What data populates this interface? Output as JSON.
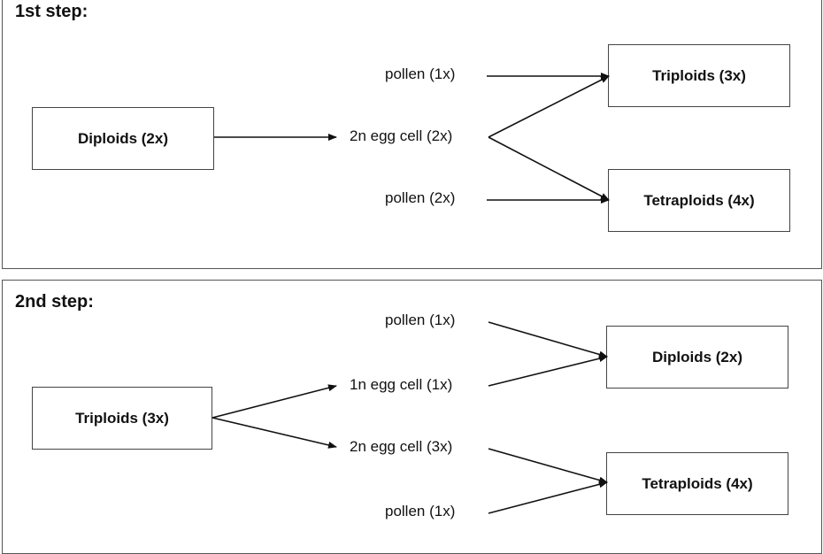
{
  "step1": {
    "title": "1st step:",
    "parent": "Diploids (2x)",
    "labels": {
      "pollen_top": "pollen (1x)",
      "egg": "2n egg cell (2x)",
      "pollen_bottom": "pollen (2x)"
    },
    "outputs": {
      "top": "Triploids (3x)",
      "bottom": "Tetraploids (4x)"
    }
  },
  "step2": {
    "title": "2nd step:",
    "parent": "Triploids (3x)",
    "labels": {
      "pollen_top": "pollen (1x)",
      "egg_top": "1n egg cell (1x)",
      "egg_bottom": "2n egg cell (3x)",
      "pollen_bottom": "pollen (1x)"
    },
    "outputs": {
      "top": "Diploids (2x)",
      "bottom": "Tetraploids (4x)"
    }
  }
}
